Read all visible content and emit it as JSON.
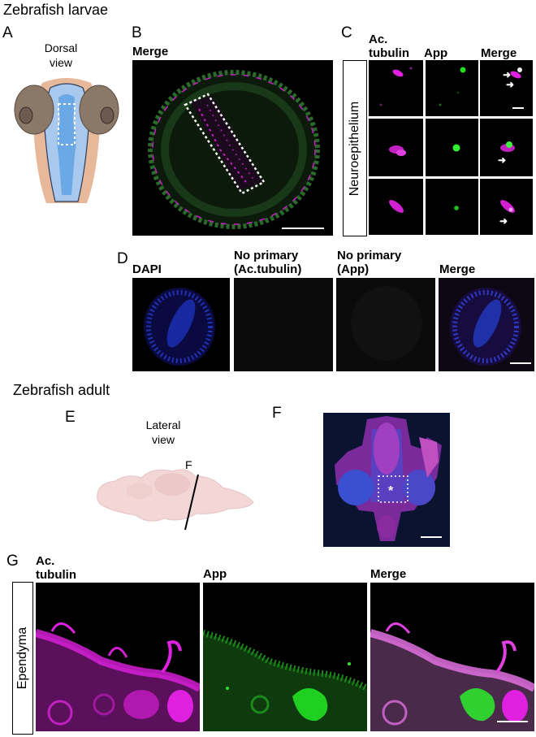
{
  "sections": {
    "larvae_title": "Zebrafish larvae",
    "adult_title": "Zebrafish adult"
  },
  "panel_letters": {
    "A": "A",
    "B": "B",
    "C": "C",
    "D": "D",
    "E": "E",
    "F": "F",
    "G": "G"
  },
  "panel_a": {
    "line1": "Dorsal",
    "line2": "view"
  },
  "panel_b": {
    "header": "Merge"
  },
  "panel_c": {
    "col1_line1": "Ac.",
    "col1_line2": "tubulin",
    "col2": "App",
    "col3": "Merge",
    "row_label": "Neuroepithelium"
  },
  "panel_d": {
    "col1": "DAPI",
    "col2_line1": "No primary",
    "col2_line2": "(Ac.tubulin)",
    "col3_line1": "No primary",
    "col3_line2": "(App)",
    "col4": "Merge"
  },
  "panel_e": {
    "line1": "Lateral",
    "line2": "view",
    "marker": "F"
  },
  "panel_f": {
    "asterisk": "*"
  },
  "panel_g": {
    "col1_line1": "Ac.",
    "col1_line2": "tubulin",
    "col2": "App",
    "col3": "Merge",
    "row_label": "Ependyma"
  },
  "colors": {
    "magenta": "#e020e0",
    "green": "#20e020",
    "blue": "#2030d0",
    "brain_blue": "#a8c8ee",
    "head_tan": "#e8b89a",
    "eye_brown": "#8a7868",
    "adult_pink": "#f3d6d6"
  }
}
